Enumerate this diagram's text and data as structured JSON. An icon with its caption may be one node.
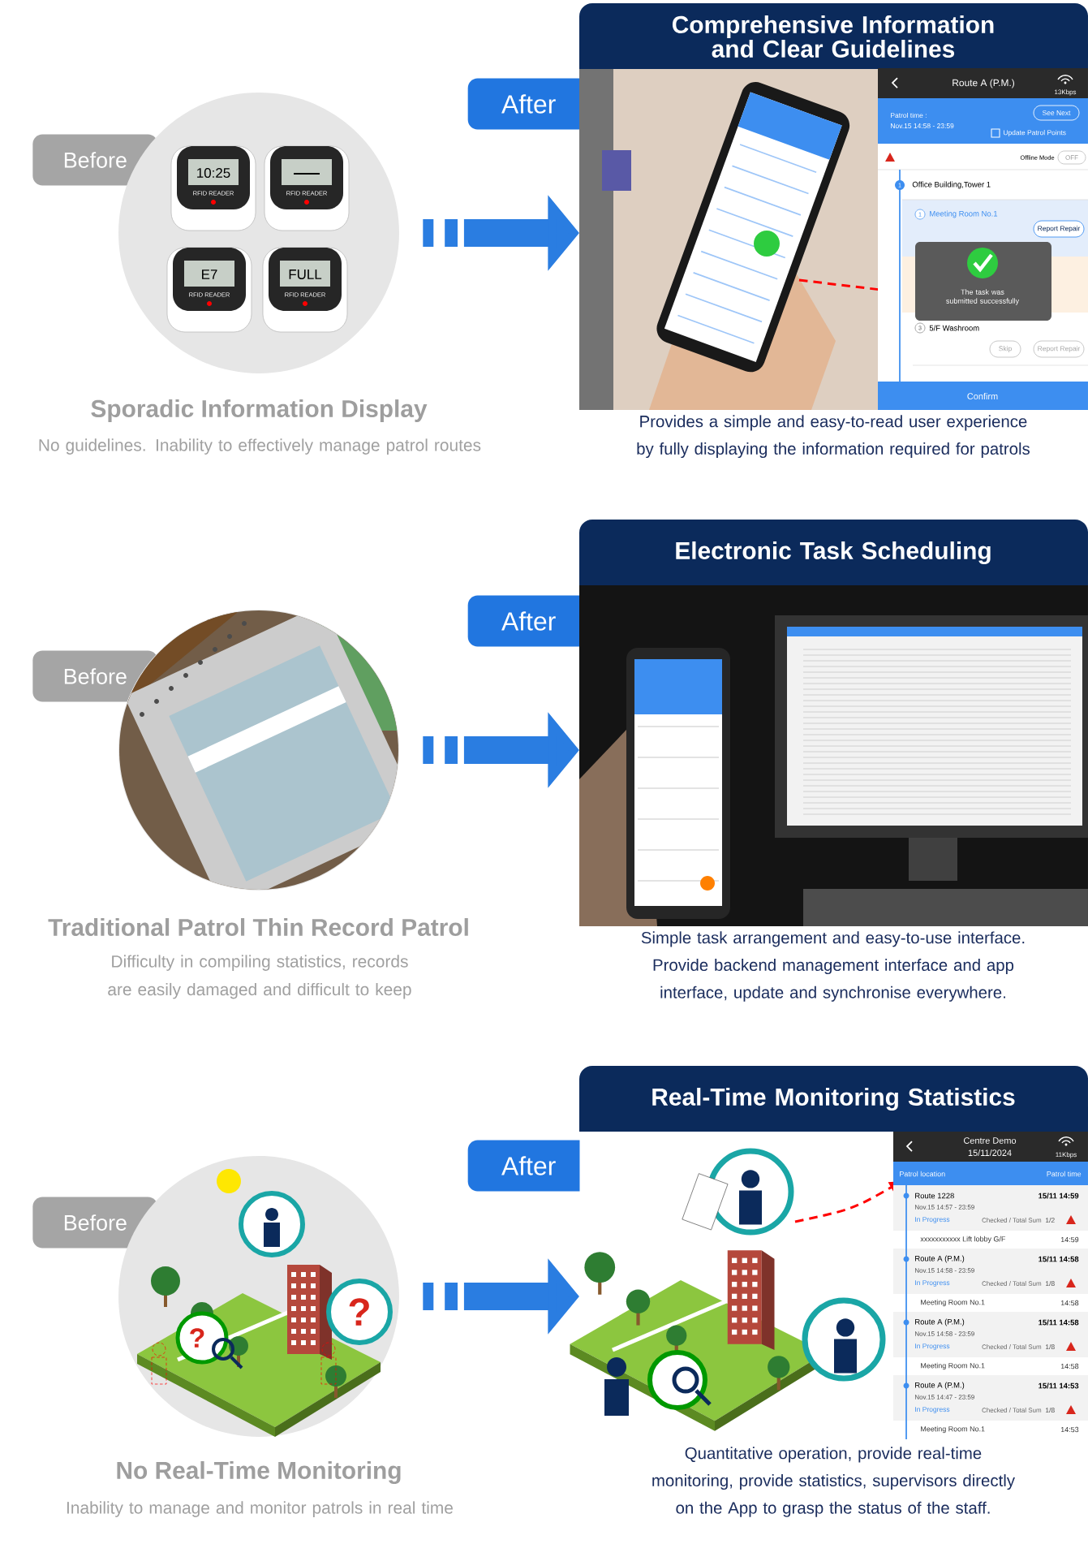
{
  "diagram": {
    "nodes": [
      {
        "text": [
          "Before"
        ]
      },
      {
        "text": [],
        "shape": "picture",
        "beside": [
          "Sporadic Information Display",
          "No guidelines. Inability to effectively manage patrol routes"
        ]
      },
      {
        "text": [
          "After"
        ]
      },
      {
        "text": [
          "Comprehensive Information and Clear Guidelines"
        ],
        "beside": [
          "Provides a simple and easy-to-read user experience by fully displaying the information required for patrols"
        ]
      },
      {
        "text": [
          "Before"
        ]
      },
      {
        "text": [],
        "shape": "picture",
        "beside": [
          "Traditional Patrol Thin Record Patrol",
          "Difficulty in compiling statistics, records are easily damaged and difficult to keep"
        ]
      },
      {
        "text": [
          "After"
        ]
      },
      {
        "text": [
          "Electronic Task Scheduling"
        ],
        "beside": [
          "Simple task arrangement and easy-to-use interface. Provide backend management interface and app interface, update and synchronise everywhere."
        ]
      },
      {
        "text": [
          "Before"
        ]
      },
      {
        "text": [],
        "shape": "picture",
        "beside": [
          "No Real-Time Monitoring",
          "Inability to manage and monitor patrols in real time"
        ]
      },
      {
        "text": [
          "After"
        ]
      },
      {
        "text": [
          "Real-Time Monitoring Statistics"
        ],
        "beside": [
          "Quantitative operation, provide real-time monitoring, provide statistics, supervisors directly on the App to grasp the status of the staff."
        ]
      }
    ],
    "edges": [
      {
        "from": 1,
        "to": 3,
        "arrow": "to"
      },
      {
        "from": 5,
        "to": 7,
        "arrow": "to"
      },
      {
        "from": 9,
        "to": 11,
        "arrow": "to"
      }
    ],
    "labels": [
      "10:25",
      "RFID READER",
      "RFID READER",
      "E7",
      "RFID READER",
      "FULL",
      "RFID READER",
      "Route A (P.M.)",
      "13Kbps",
      "Patrol time :",
      "Nov.15 14:58 - 23:59",
      "See Next",
      "Update Patrol Points",
      "Offline Mode",
      "OFF",
      "1",
      "Office Building,Tower 1",
      "1",
      "Meeting Room No.1",
      "Report Repair",
      "The task was submitted successfully",
      "3",
      "5/F Washroom",
      "Skip",
      "Report Repair",
      "Confirm",
      "?",
      "?",
      "Centre Demo",
      "15/11/2024",
      "11Kbps",
      "Patrol location",
      "Patrol time",
      "Route 1228",
      "15/11 14:59",
      "Nov.15 14:57 - 23:59",
      "In Progress",
      "Checked / Total Sum",
      "1/2",
      "xxxxxxxxxxx Lift lobby G/F",
      "14:59",
      "Route A (P.M.)",
      "15/11 14:58",
      "Nov.15 14:58 - 23:59",
      "In Progress",
      "Checked / Total Sum",
      "1/8",
      "Meeting Room No.1",
      "14:58",
      "Route A (P.M.)",
      "15/11 14:58",
      "Nov.15 14:58 - 23:59",
      "In Progress",
      "Checked / Total Sum",
      "1/8",
      "Meeting Room No.1",
      "14:58",
      "Route A (P.M.)",
      "15/11 14:53",
      "Nov.15 14:47 - 23:59",
      "In Progress",
      "Checked / Total Sum",
      "1/8",
      "Meeting Room No.1",
      "14:53"
    ]
  }
}
